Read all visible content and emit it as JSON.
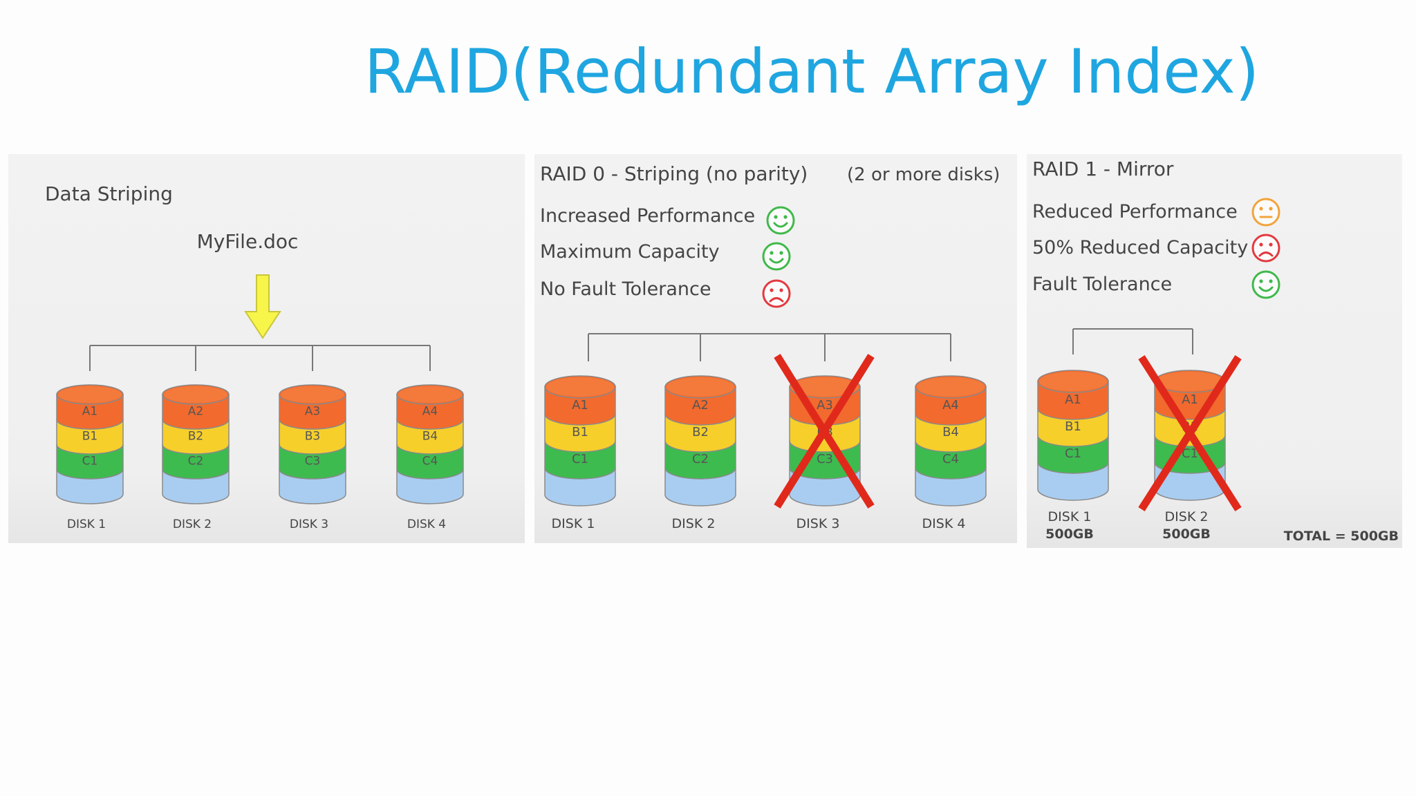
{
  "title": "RAID(Redundant Array Index)",
  "colors": {
    "title": "#1fa6e0",
    "layer_a": "#f26a2e",
    "layer_b": "#f6cf2b",
    "layer_c": "#3dbb4f",
    "layer_base": "#a9cdf0",
    "arrow": "#f7f54a",
    "x_mark": "#e0291b",
    "smiley_good": "#3fb94a",
    "smiley_bad": "#e3393f",
    "smiley_neutral": "#f3a33b"
  },
  "striping": {
    "heading": "Data Striping",
    "file": "MyFile.doc",
    "disks": [
      {
        "layers": [
          "A1",
          "B1",
          "C1"
        ],
        "label": "DISK 1"
      },
      {
        "layers": [
          "A2",
          "B2",
          "C2"
        ],
        "label": "DISK 2"
      },
      {
        "layers": [
          "A3",
          "B3",
          "C3"
        ],
        "label": "DISK 3"
      },
      {
        "layers": [
          "A4",
          "B4",
          "C4"
        ],
        "label": "DISK 4"
      }
    ]
  },
  "raid0": {
    "heading": "RAID 0 -  Striping (no parity)",
    "note": "(2 or more disks)",
    "features": [
      {
        "text": "Increased Performance",
        "mood": "good"
      },
      {
        "text": "Maximum Capacity",
        "mood": "good"
      },
      {
        "text": "No Fault Tolerance",
        "mood": "bad"
      }
    ],
    "disks": [
      {
        "layers": [
          "A1",
          "B1",
          "C1"
        ],
        "label": "DISK 1",
        "failed": false
      },
      {
        "layers": [
          "A2",
          "B2",
          "C2"
        ],
        "label": "DISK 2",
        "failed": false
      },
      {
        "layers": [
          "A3",
          "B3",
          "C3"
        ],
        "label": "DISK 3",
        "failed": true
      },
      {
        "layers": [
          "A4",
          "B4",
          "C4"
        ],
        "label": "DISK 4",
        "failed": false
      }
    ]
  },
  "raid1": {
    "heading": "RAID 1 -  Mirror",
    "features": [
      {
        "text": "Reduced Performance",
        "mood": "neutral"
      },
      {
        "text": "50% Reduced Capacity",
        "mood": "bad"
      },
      {
        "text": "Fault Tolerance",
        "mood": "good"
      }
    ],
    "disks": [
      {
        "layers": [
          "A1",
          "B1",
          "C1"
        ],
        "label": "DISK 1",
        "size": "500GB",
        "failed": false
      },
      {
        "layers": [
          "A1",
          "B1",
          "C1"
        ],
        "label": "DISK 2",
        "size": "500GB",
        "failed": true
      }
    ],
    "total": "TOTAL = 500GB"
  }
}
